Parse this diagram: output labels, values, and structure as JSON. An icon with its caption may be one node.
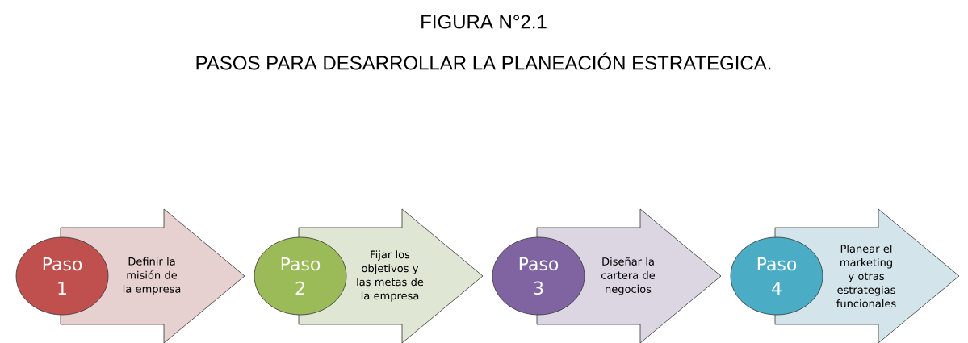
{
  "diagram": {
    "title": "FIGURA N°2.1",
    "caption": "PASOS PARA DESARROLLAR LA PLANEACIÓN ESTRATEGICA.",
    "nodes": [
      {
        "text": [
          "Definir la misión de la empresa"
        ]
      },
      {
        "text": [
          "Paso 1"
        ]
      },
      {
        "text": [
          "Fijar los objetivos y las metas de la empresa"
        ]
      },
      {
        "text": [
          "Paso 2"
        ]
      },
      {
        "text": [
          "Diseñar la cartera de negocios"
        ]
      },
      {
        "text": [
          "Paso 3"
        ]
      },
      {
        "text": [
          "Planear el marketing y otras estrategias funcionales"
        ]
      },
      {
        "text": [
          "Paso 4"
        ]
      }
    ]
  }
}
